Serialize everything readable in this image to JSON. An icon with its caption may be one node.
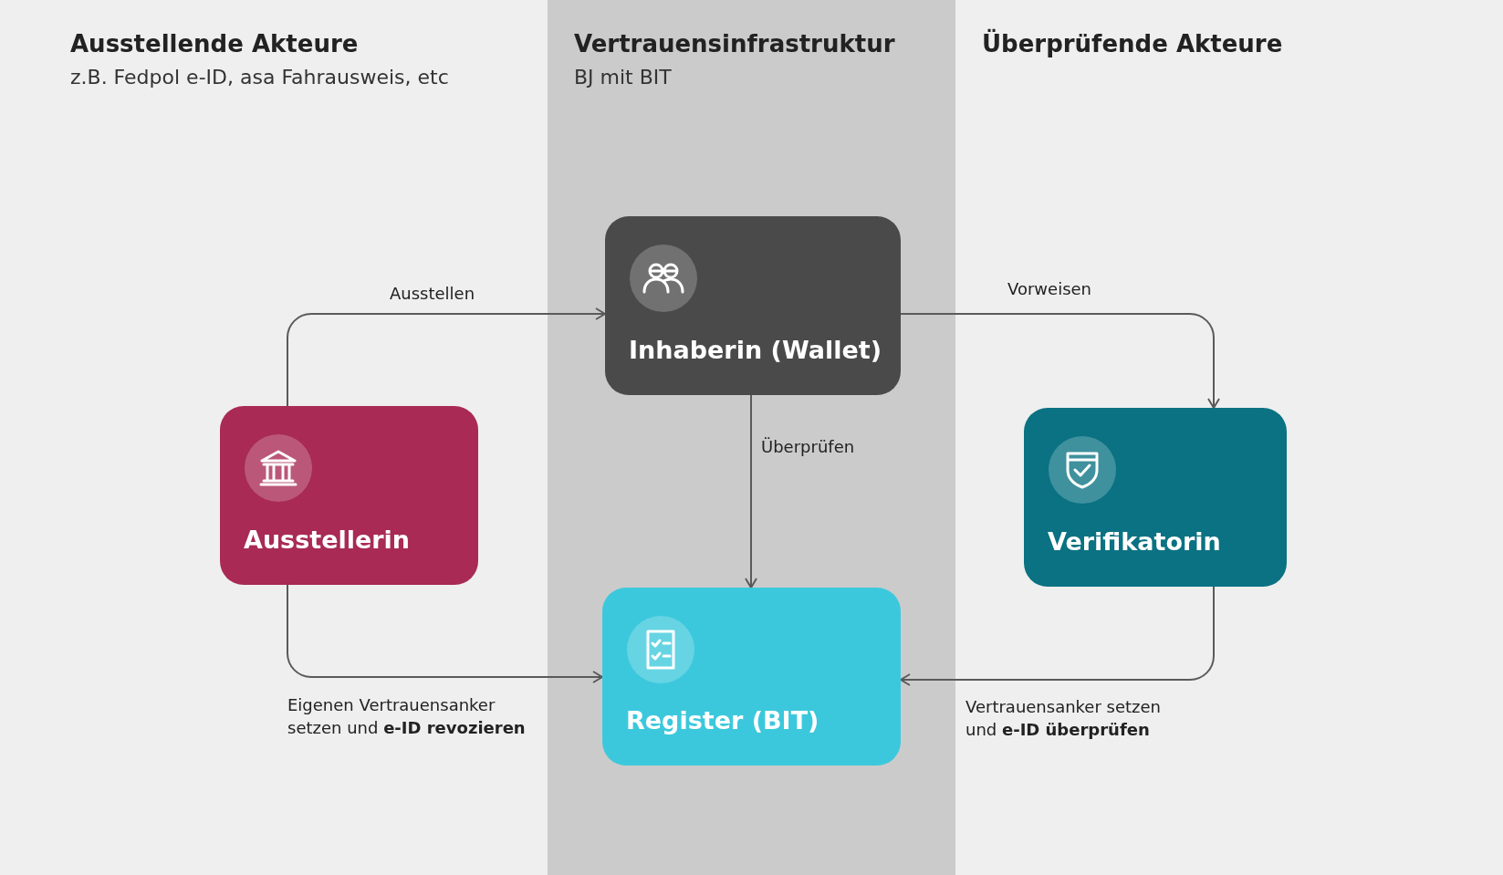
{
  "diagram": {
    "nodes": [
      {
        "text": [
          "Ausstellende Akteure",
          "z.B. Fedpol e-ID, asa Fahrausweis, etc"
        ]
      },
      {
        "text": [
          "Vertrauensinfrastruktur",
          "BJ mit BIT"
        ]
      },
      {
        "text": [
          "Überprüfende Akteure"
        ]
      },
      {
        "text": [
          "Inhaberin (Wallet)"
        ],
        "in": 1
      },
      {
        "text": [
          "Ausstellerin"
        ],
        "in": 0
      },
      {
        "text": [
          "Verifikatorin"
        ],
        "in": 2
      },
      {
        "text": [
          "Register (BIT)"
        ],
        "in": 1
      }
    ],
    "edges": [
      {
        "from": 4,
        "to": 3,
        "arrow": "to",
        "label": "Ausstellen"
      },
      {
        "from": 3,
        "to": 5,
        "arrow": "to",
        "label": "Vorweisen"
      },
      {
        "from": 3,
        "to": 6,
        "arrow": "to",
        "label": "Überprüfen"
      },
      {
        "from": 4,
        "to": 6,
        "arrow": "to",
        "label": "Eigenen Vertrauensanker setzen und **e-ID revozieren**"
      },
      {
        "from": 5,
        "to": 6,
        "arrow": "to",
        "label": "Vertrauensanker setzen und **e-ID überprüfen**"
      }
    ]
  }
}
